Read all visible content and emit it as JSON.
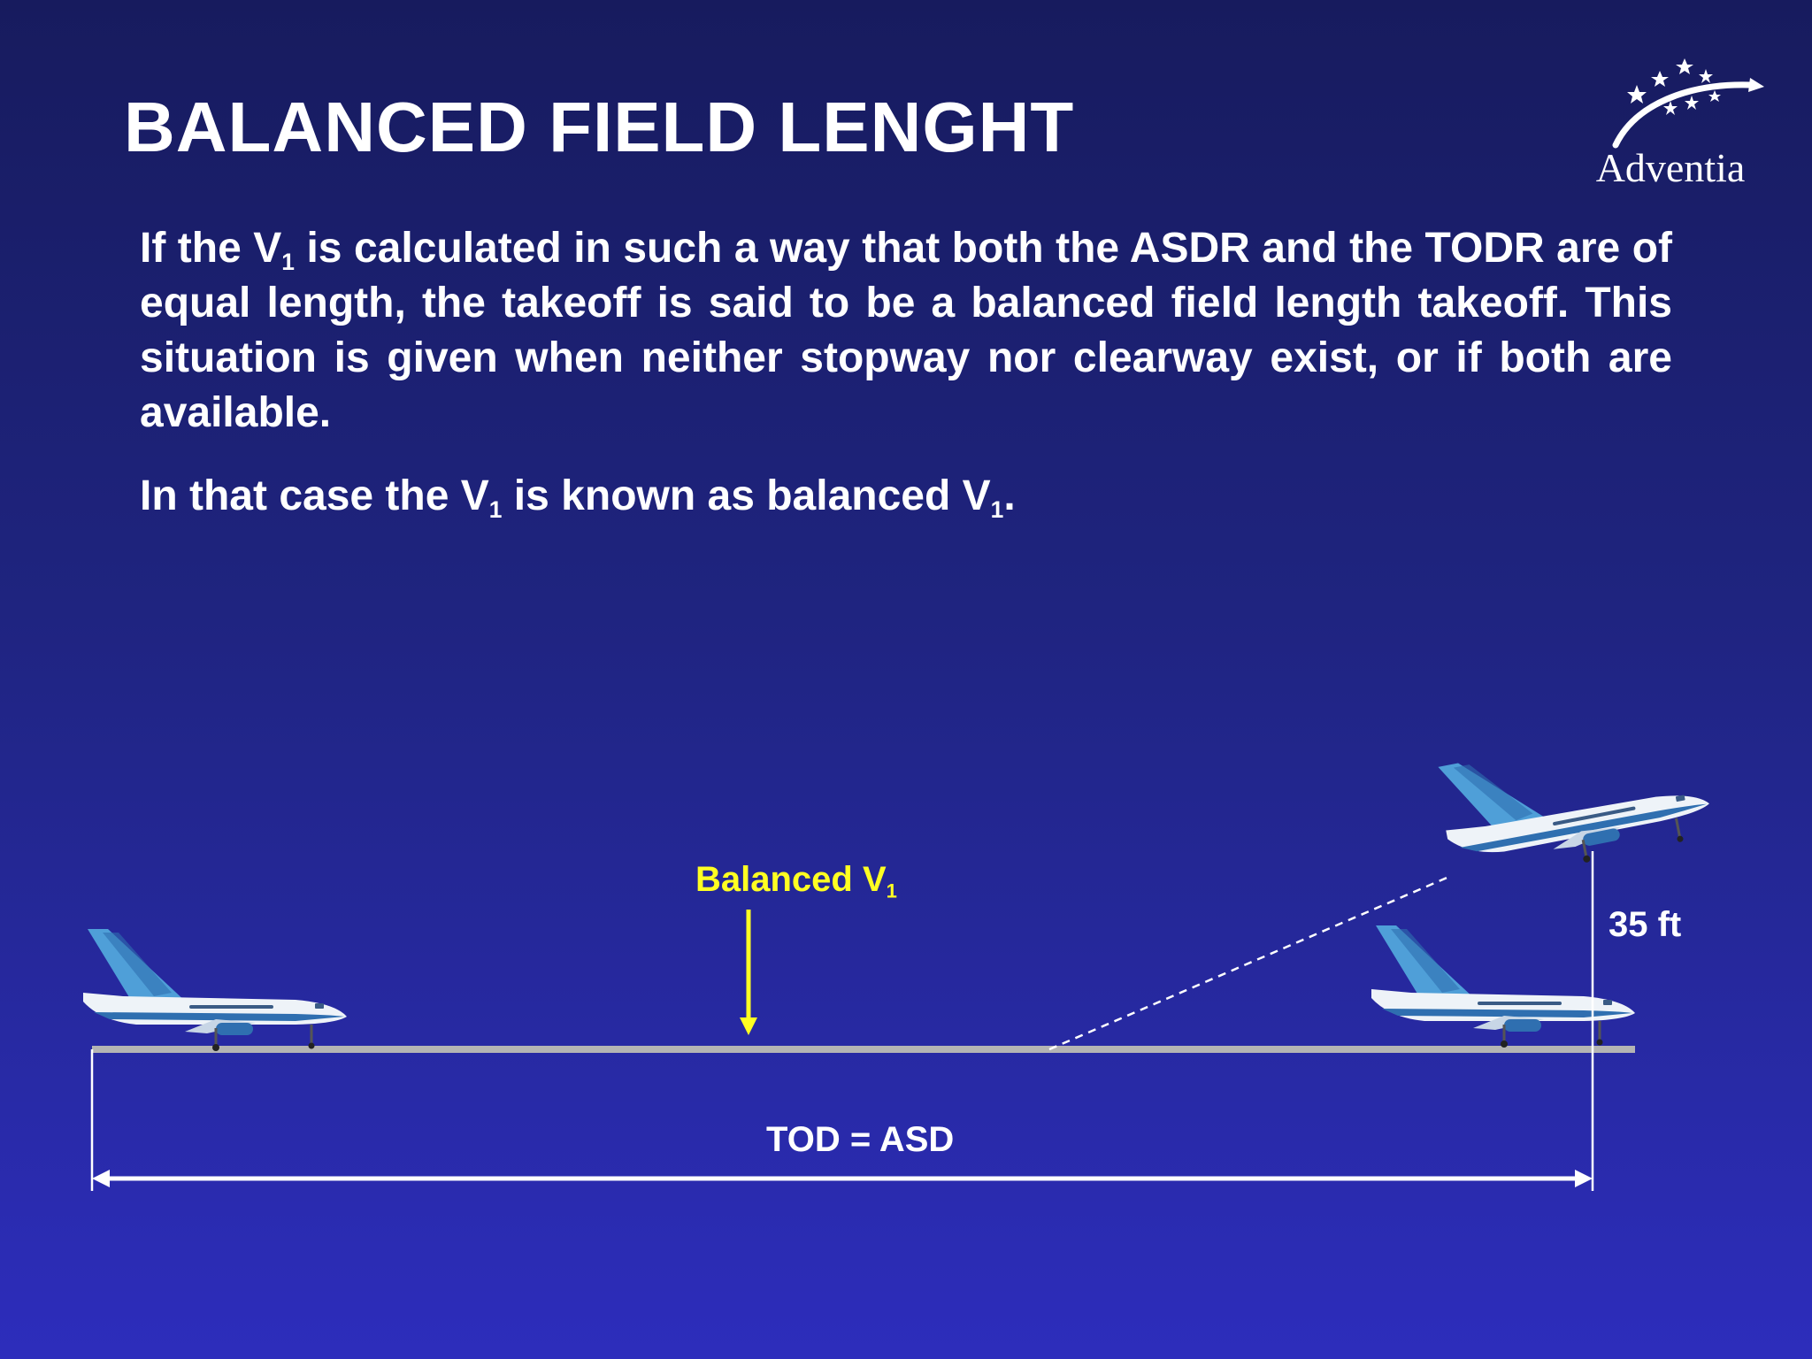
{
  "slide": {
    "title": "BALANCED FIELD LENGHT",
    "logo": {
      "name": "Adventia",
      "icon": "stars-swoosh-icon"
    },
    "paragraph1": {
      "before_v1": "If the V",
      "v1_subscript": "1",
      "after_v1": " is calculated in such a way that both the ASDR and the TODR are of equal length, the takeoff is said to be a balanced field length takeoff. This situation is given when neither stopway nor clearway exist, or if both are available."
    },
    "paragraph2": {
      "part1": "In that case the V",
      "sub1": "1",
      "part2": " is known as balanced V",
      "sub2": "1",
      "part3": "."
    }
  },
  "diagram": {
    "v1_label": "Balanced V",
    "v1_subscript": "1",
    "height_label": "35 ft",
    "distance_label": "TOD = ASD",
    "colors": {
      "runway": "#b4b4b4",
      "v1_arrow": "#ffff22",
      "dimension_lines": "#ffffff",
      "aircraft_body": "#eef3f8",
      "aircraft_tail": "#4f9fd8",
      "aircraft_belly": "#2f6fb0"
    }
  }
}
